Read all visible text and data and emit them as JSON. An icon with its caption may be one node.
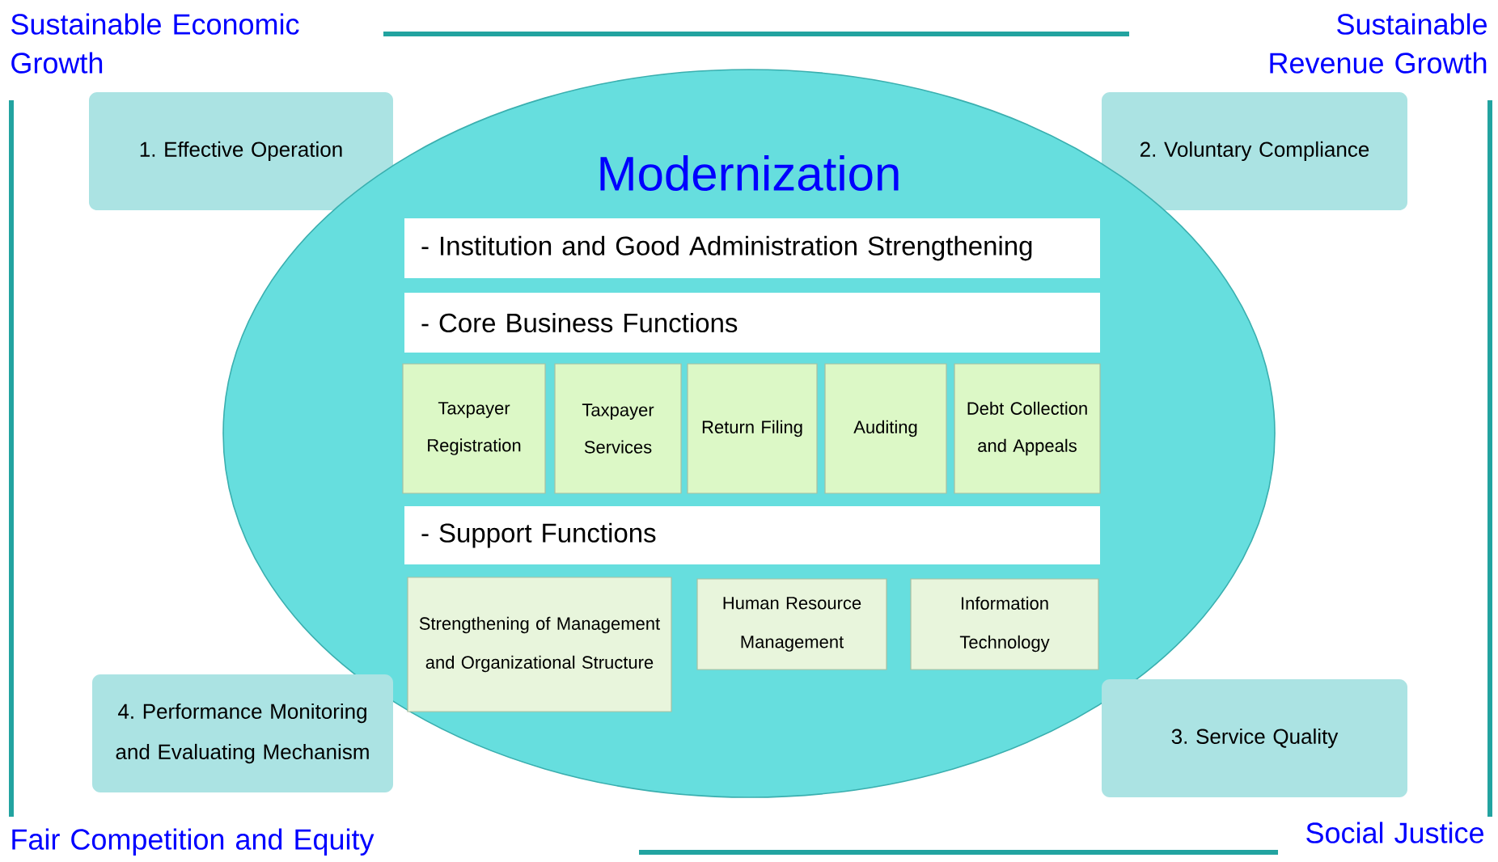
{
  "diagram": {
    "nodes": [
      {
        "text": [
          "1. Effective Operation"
        ]
      },
      {
        "text": [
          "2. Voluntary Compliance"
        ]
      },
      {
        "text": [
          "Modernization"
        ]
      },
      {
        "text": [
          "- Institution and Good Administration Strengthening"
        ],
        "in": 2
      },
      {
        "text": [
          "- Core Business Functions"
        ],
        "in": 2
      },
      {
        "text": [
          "Taxpayer Registration"
        ],
        "in": 2
      },
      {
        "text": [
          "Taxpayer Services"
        ],
        "in": 2
      },
      {
        "text": [
          "Return Filing"
        ],
        "in": 2
      },
      {
        "text": [
          "Auditing"
        ],
        "in": 2
      },
      {
        "text": [
          "Debt Collection and Appeals"
        ],
        "in": 2
      },
      {
        "text": [
          "- Support Functions"
        ],
        "in": 2
      },
      {
        "text": [
          "Strengthening of Management and Organizational Structure"
        ],
        "in": 2
      },
      {
        "text": [
          "Human Resource Management"
        ],
        "in": 2
      },
      {
        "text": [
          "Information Technology"
        ],
        "in": 2
      },
      {
        "text": [
          "4. Performance Monitoring and Evaluating Mechanism"
        ]
      },
      {
        "text": [
          "3. Service Quality"
        ]
      }
    ],
    "labels": [
      "Sustainable Economic Growth",
      "Sustainable Revenue Growth",
      "Fair Competition and Equity",
      "Social Justice"
    ]
  }
}
